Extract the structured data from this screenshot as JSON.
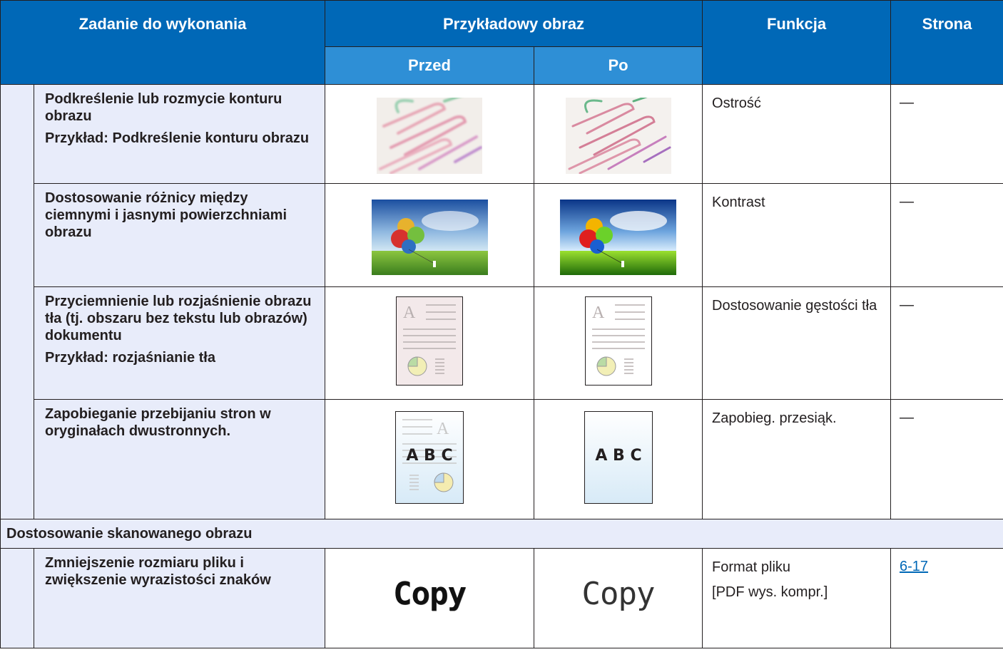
{
  "header": {
    "task": "Zadanie do wykonania",
    "example_image": "Przykładowy obraz",
    "before": "Przed",
    "after": "Po",
    "function": "Funkcja",
    "page": "Strona"
  },
  "rows": [
    {
      "task_lines": [
        "Podkreślenie lub rozmycie konturu obrazu",
        "Przykład: Podkreślenie konturu obrazu"
      ],
      "function_lines": [
        "Ostrość"
      ],
      "page": "—"
    },
    {
      "task_lines": [
        "Dostosowanie różnicy między ciemnymi i jasnymi powierzchniami obrazu"
      ],
      "function_lines": [
        "Kontrast"
      ],
      "page": "—"
    },
    {
      "task_lines": [
        "Przyciemnienie lub rozjaśnienie obrazu tła (tj. obszaru bez tekstu lub obrazów) dokumentu",
        "Przykład: rozjaśnianie tła"
      ],
      "function_lines": [
        "Dostosowanie gęstości tła"
      ],
      "page": "—"
    },
    {
      "task_lines": [
        "Zapobieganie przebijaniu stron w oryginałach dwustronnych."
      ],
      "function_lines": [
        "Zapobieg. przesiąk."
      ],
      "page": "—",
      "sample_text": "A B C",
      "sample_letter": "A"
    }
  ],
  "section": {
    "title": "Dostosowanie skanowanego obrazu",
    "rows": [
      {
        "task_lines": [
          "Zmniejszenie rozmiaru pliku i zwiększenie wyrazistości znaków"
        ],
        "function_lines": [
          "Format pliku",
          "[PDF wys. kompr.]"
        ],
        "page": "6-17",
        "copy_before": "Copy",
        "copy_after": "Copy"
      }
    ]
  },
  "colors": {
    "header_bg": "#0068b7",
    "subheader_bg": "#2e8fd6",
    "row_bg": "#e8ecfa",
    "link": "#0068b7"
  },
  "icons": [
    "paperclips-photo",
    "balloons-photo",
    "document-page-icon",
    "pie-chart-icon"
  ]
}
